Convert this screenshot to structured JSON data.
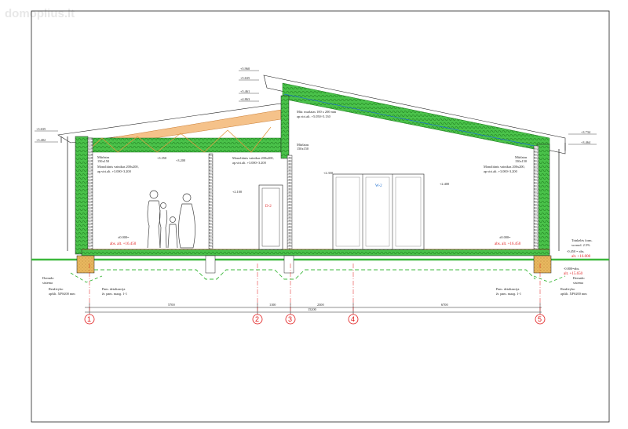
{
  "watermark": "domoplius.lt",
  "roof": {
    "main_note": "Mūrlatas 150x150",
    "high_note_1": "Mūr. murlatas 100 x 200 mm",
    "high_note_2": "ap.viri.alt. +5.050÷5.130"
  },
  "beams": {
    "left_1": "Monolitinis vainikas 200x200,",
    "left_2": "ap.viri.alt. +3.000÷3.200",
    "mid_1": "Monolitinis vainikas 200x200,",
    "mid_2": "ap.viri.alt. +3.000÷3.200",
    "right_1": "Monolitinis vainikas 200x200,",
    "right_2": "ap.viri.alt. +3.000÷3.200"
  },
  "murlat_labels": {
    "left": "Mūrlatas",
    "left_size": "150x150",
    "mid": "Mūrlatas",
    "mid_size": "150x150",
    "right": "Mūrlatas",
    "right_size": "150x150"
  },
  "levels": {
    "l1": "+5.960",
    "l2": "+5.635",
    "l3": "+5.461",
    "l4": "+4.863",
    "left_top1": "+3.635",
    "left_top2": "+3.402",
    "right_top1": "+3.734",
    "right_top2": "+3.464",
    "inner1": "+3.350",
    "inner2": "+3.200",
    "inner3": "+2.100",
    "inner4": "+2.400",
    "inner5": "+2.350"
  },
  "zero_left": "±0.000=",
  "zero_left_abs": "abs. alt. +16.450",
  "zero_right": "±0.000=",
  "zero_right_abs": "abs. alt. +16.450",
  "drainage_left": [
    "Drenažo",
    "sistema",
    "Reaživyko",
    "apšilt. XPS200 mm"
  ],
  "drainage_right": [
    "Drenažo",
    "sistema",
    "Reaživyko",
    "apšilt. XPS200 mm"
  ],
  "foundation_left": [
    "Pam. detalizacija",
    "žr. pam. mazg. 1-1"
  ],
  "foundation_right": [
    "Pam. detalizacija",
    "žr. pam. mazg. 1-1"
  ],
  "ground_right": [
    "Trinkelės form.",
    "su nuol. 2.5%",
    "-0.450 = abs.",
    "alt. +16.000"
  ],
  "ground_left_level": "-0.800=abs.",
  "ground_left_level2": "alt. +15.650",
  "doors": {
    "d2": "D-2",
    "w2": "W-2"
  },
  "dims": {
    "d1": "5700",
    "d2": "1100",
    "d3": "2300",
    "d4": "6700",
    "total": "15200"
  },
  "axes": [
    "1",
    "2",
    "3",
    "4",
    "5"
  ]
}
